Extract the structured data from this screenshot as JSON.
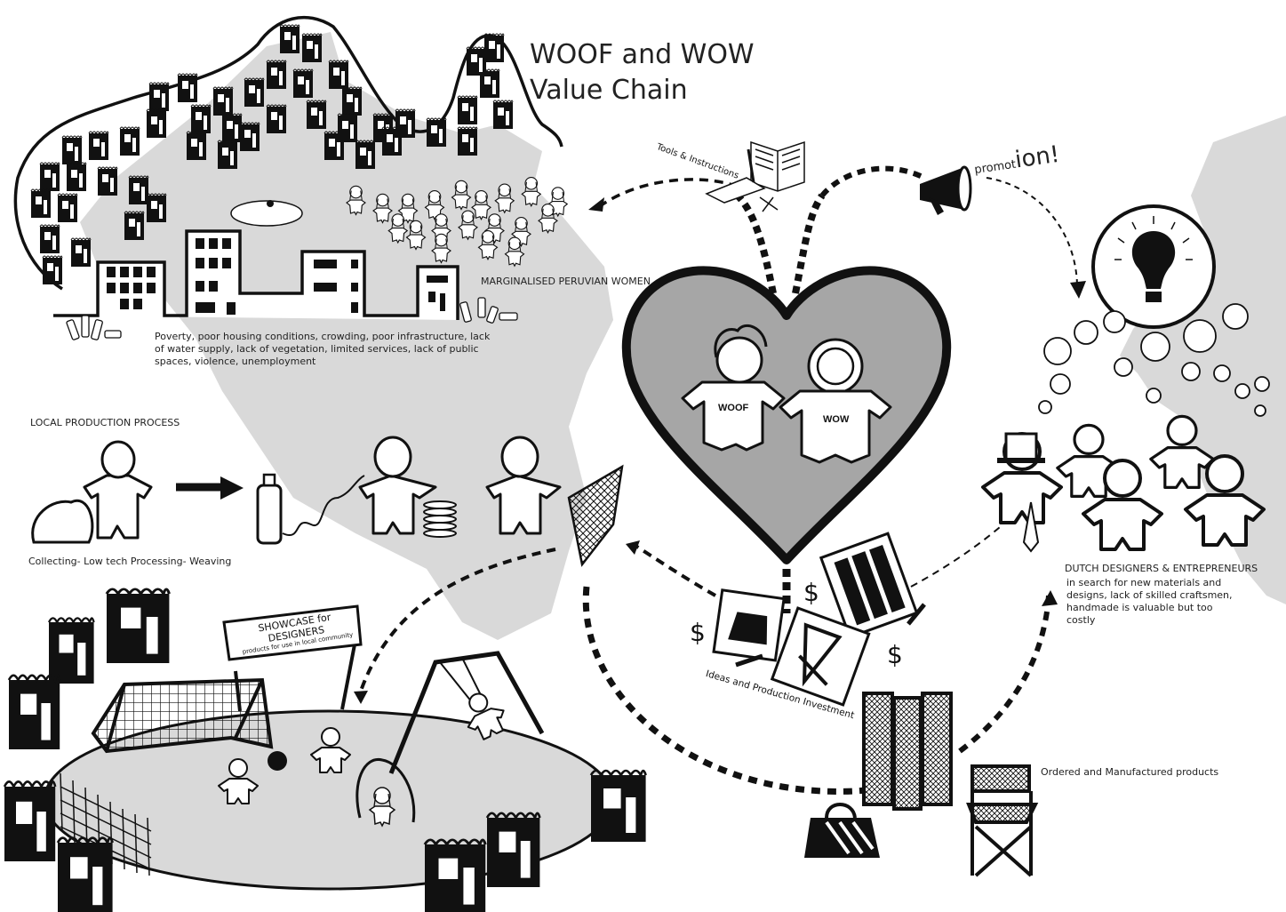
{
  "title": {
    "line1": "WOOF and WOW",
    "line2": "Value Chain"
  },
  "labels": {
    "tools_instructions": "Tools & Instructions",
    "promotion_small": "promot",
    "promotion_large": "ion!",
    "marginalised_women": "MARGINALISED PERUVIAN WOMEN",
    "problems": "Poverty, poor housing conditions, crowding, poor infrastructure, lack of water supply, lack of vegetation, limited services, lack of public spaces, violence, unemployment",
    "local_production_process": "LOCAL PRODUCTION PROCESS",
    "production_steps": "Collecting- Low tech Processing- Weaving",
    "showcase_title": "SHOWCASE for DESIGNERS",
    "showcase_subtitle": "products for use in local community",
    "ideas_investment": "Ideas and Production Investment",
    "dutch_title": "DUTCH DESIGNERS & ENTREPRENEURS",
    "dutch_desc": "in search for new materials and designs, lack of skilled craftsmen, handmade is valuable but too costly",
    "ordered_products": "Ordered and Manufactured products",
    "woof": "WOOF",
    "wow": "WOW",
    "dollar": "$"
  },
  "colors": {
    "map_grey": "#d9d9d9",
    "heart_fill": "#a6a6a6",
    "ink": "#111111",
    "white": "#ffffff"
  },
  "icons": [
    "peru-map",
    "europe-map",
    "hillside-houses",
    "city-buildings",
    "plastic-bottles",
    "women-figures",
    "woven-net",
    "heart",
    "woof-character",
    "wow-character",
    "megaphone",
    "tools-book",
    "lightbulb",
    "thought-bubbles",
    "designer-figures",
    "playground",
    "football-goal",
    "swing",
    "folding-screen",
    "handbag",
    "directors-chair"
  ]
}
